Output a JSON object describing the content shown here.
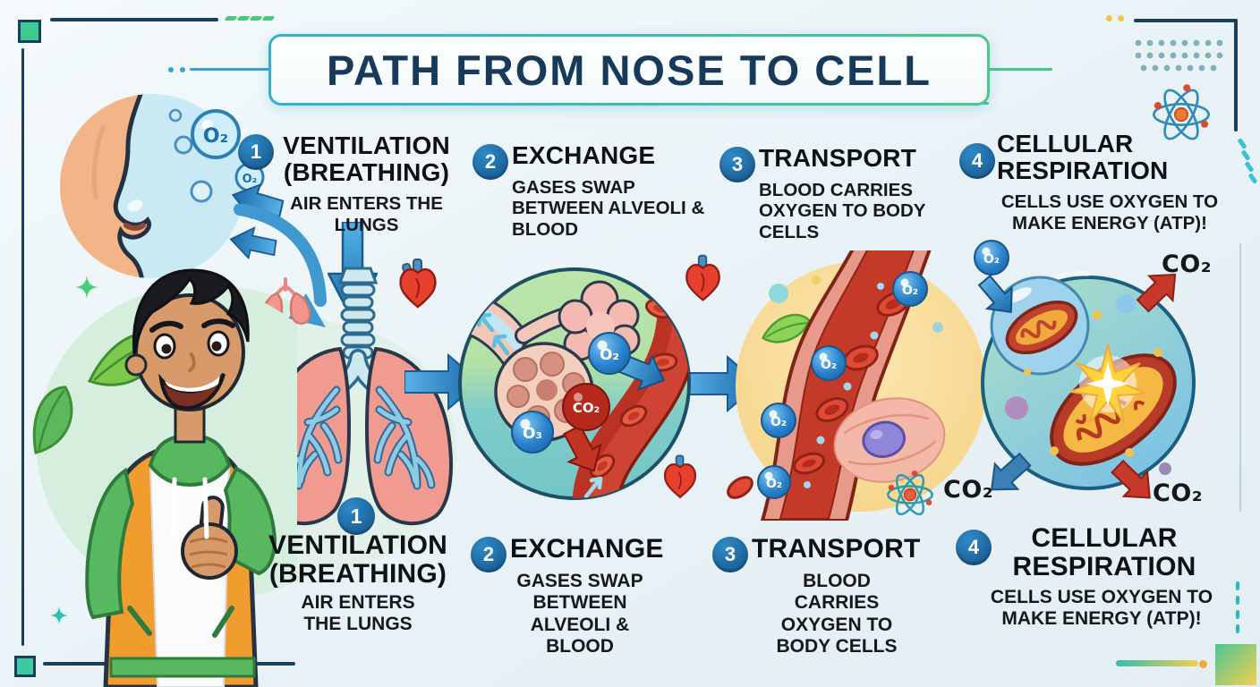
{
  "title": "PATH FROM NOSE TO CELL",
  "steps": [
    {
      "num": "1",
      "title": "VENTILATION (BREATHING)",
      "desc": "AIR ENTERS THE LUNGS"
    },
    {
      "num": "2",
      "title": "EXCHANGE",
      "desc": "GASES SWAP BETWEEN ALVEOLI & BLOOD"
    },
    {
      "num": "3",
      "title": "TRANSPORT",
      "desc": "BLOOD CARRIES OXYGEN TO BODY CELLS"
    },
    {
      "num": "4",
      "title": "CELLULAR RESPIRATION",
      "desc": "CELLS USE OXYGEN TO MAKE ENERGY (ATP)!"
    }
  ],
  "molecules": {
    "o2": "O₂",
    "o3": "O₃",
    "co2": "CO₂"
  },
  "colors": {
    "navy": "#17395a",
    "teal": "#35b8c8",
    "green": "#49c58c",
    "circle_blue": "#1e6ca6"
  }
}
